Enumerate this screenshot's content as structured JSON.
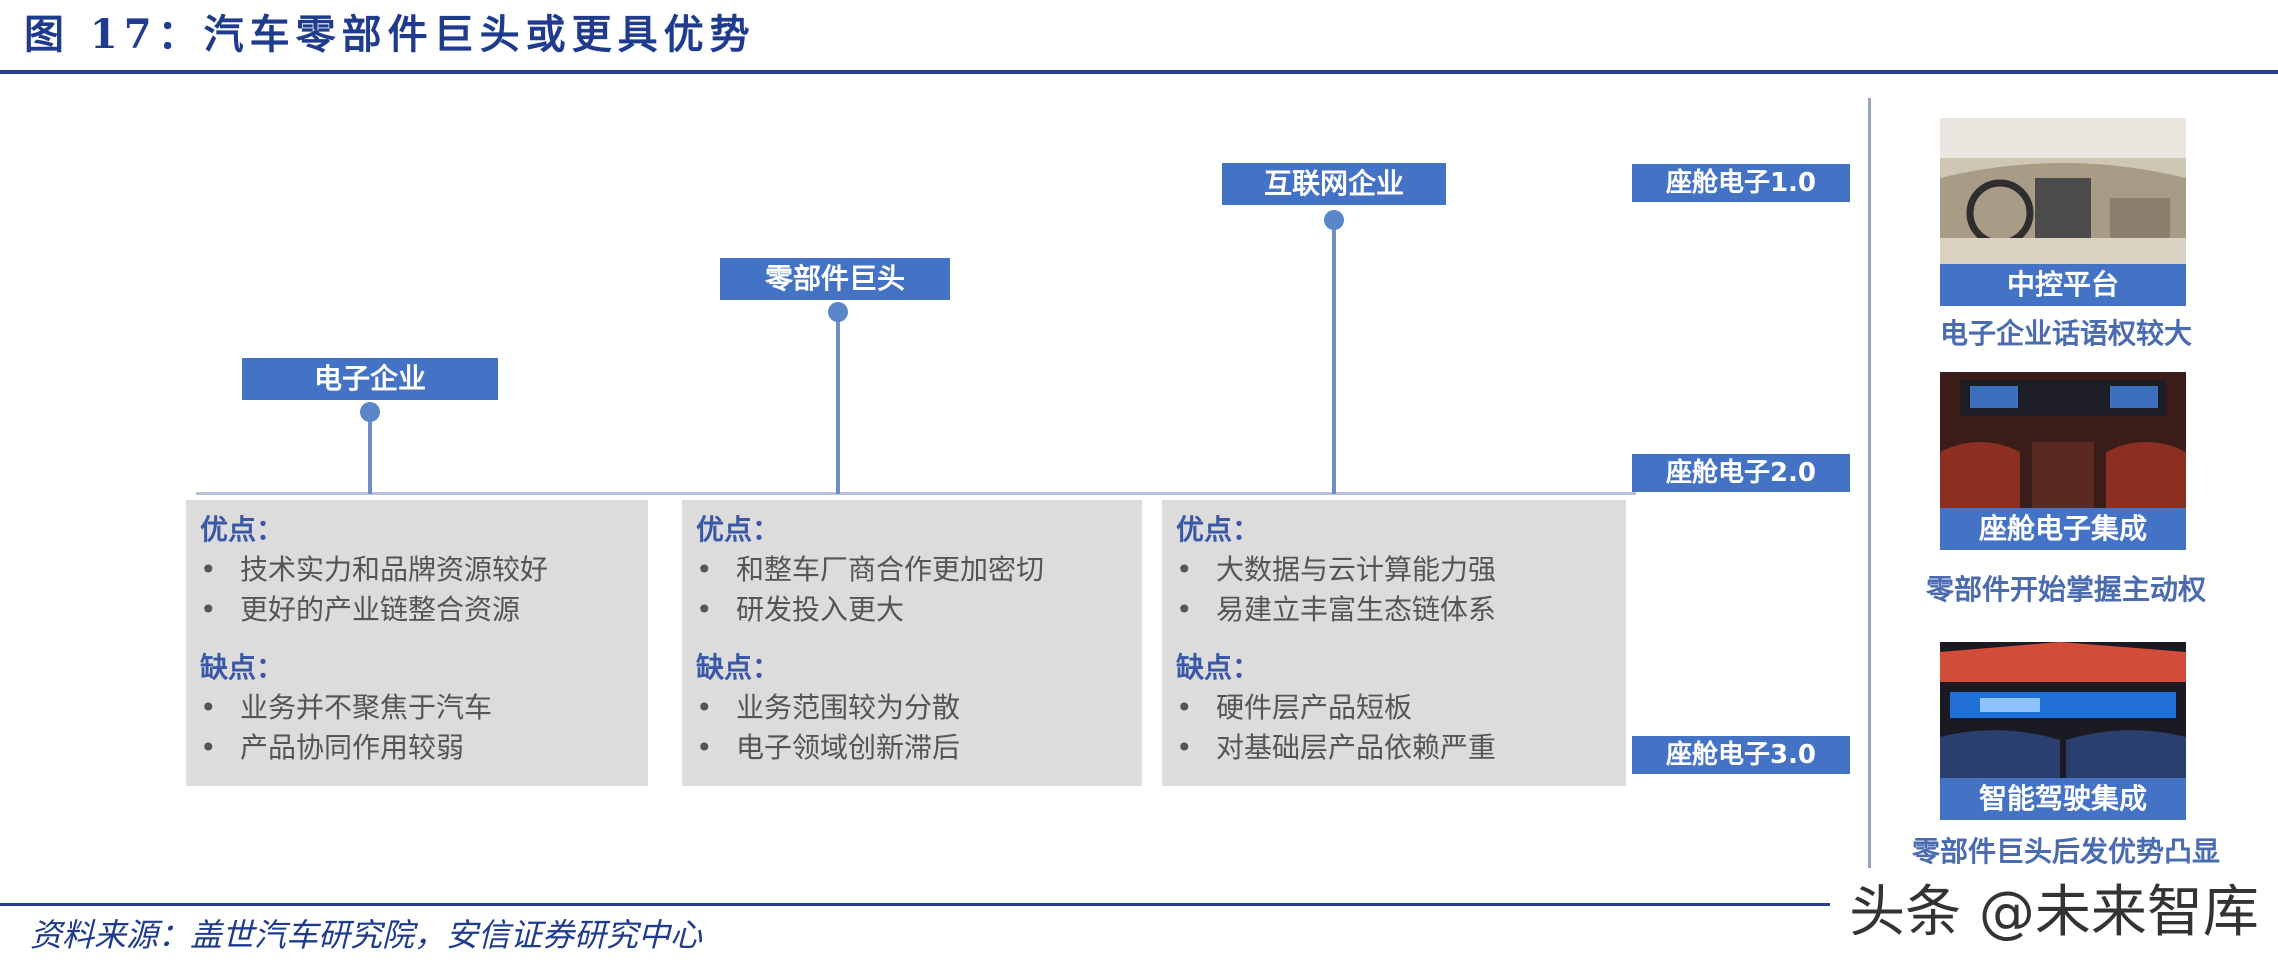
{
  "figure_title": "图 17：汽车零部件巨头或更具优势",
  "source": "资料来源：盖世汽车研究院，安信证券研究中心",
  "watermark": "头条 @未来智库",
  "players": [
    {
      "label": "电子企业",
      "pros_title": "优点：",
      "pros": [
        "技术实力和品牌资源较好",
        "更好的产业链整合资源"
      ],
      "cons_title": "缺点：",
      "cons": [
        "业务并不聚焦于汽车",
        "产品协同作用较弱"
      ]
    },
    {
      "label": "零部件巨头",
      "pros_title": "优点：",
      "pros": [
        "和整车厂商合作更加密切",
        "研发投入更大"
      ],
      "cons_title": "缺点：",
      "cons": [
        "业务范围较为分散",
        "电子领域创新滞后"
      ]
    },
    {
      "label": "互联网企业",
      "pros_title": "优点：",
      "pros": [
        "大数据与云计算能力强",
        "易建立丰富生态链体系"
      ],
      "cons_title": "缺点：",
      "cons": [
        "硬件层产品短板",
        "对基础层产品依赖严重"
      ]
    }
  ],
  "stages": [
    "座舱电子1.0",
    "座舱电子2.0",
    "座舱电子3.0"
  ],
  "photos": [
    {
      "caption": "中控平台",
      "note": "电子企业话语权较大",
      "scene": "dashboard-photo"
    },
    {
      "caption": "座舱电子集成",
      "note": "零部件开始掌握主动权",
      "scene": "cockpit-red-photo"
    },
    {
      "caption": "智能驾驶集成",
      "note": "零部件巨头后发优势凸显",
      "scene": "cockpit-blue-photo"
    }
  ],
  "colors": {
    "brand_blue": "#4472c4",
    "title_blue": "#1f3b8e",
    "panel_gray": "#dcdcdc"
  }
}
